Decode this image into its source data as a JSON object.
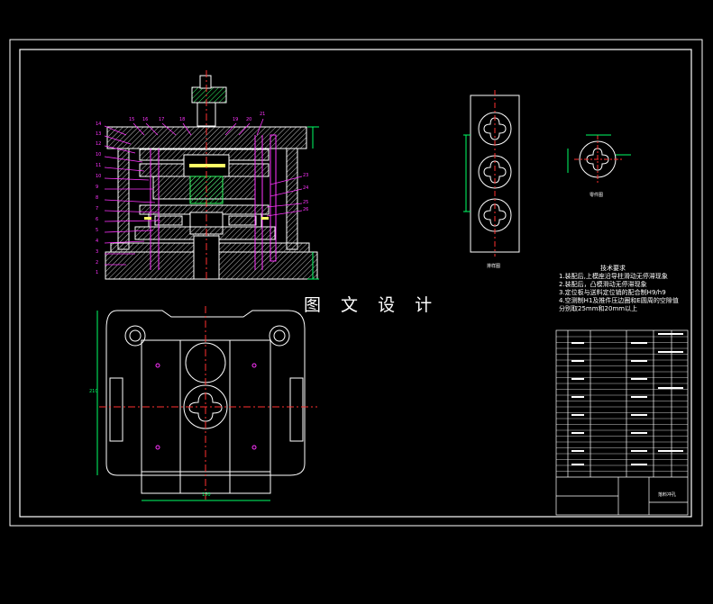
{
  "drawing": {
    "watermark": "图 文 设 计",
    "tech_requirements": {
      "title": "技术要求",
      "items": [
        "1.装配后,上模座沿导柱滑动无停滞现象",
        "2.装配后，凸模滑动无停滞现象",
        "3.定位板与送料定位销的配合制H9/h9",
        "4.空测制H1及推件压边圈和E圆周的空隙值",
        "   分别取25mm和20mm以上"
      ]
    },
    "part_numbers_top": [
      "15",
      "16",
      "17",
      "18",
      "19",
      "20",
      "21"
    ],
    "part_numbers_left": [
      "14",
      "13",
      "12",
      "10",
      "11",
      "10",
      "9",
      "8",
      "7",
      "6",
      "5",
      "4",
      "3",
      "2",
      "1"
    ],
    "part_numbers_right": [
      "23",
      "24",
      "25",
      "26"
    ],
    "strip_label": "排样图",
    "part_label": "零件图",
    "dim_bottom": "150",
    "dim_left": "210",
    "title_block_name": "落料冲孔"
  },
  "colors": {
    "frame": "#ffffff",
    "hatch": "#d8d8d8",
    "center": "#ff3030",
    "dimension": "#00ff66",
    "part_number": "#ff33ff",
    "yellow": "#ffff66",
    "cyan": "#33ffff"
  }
}
